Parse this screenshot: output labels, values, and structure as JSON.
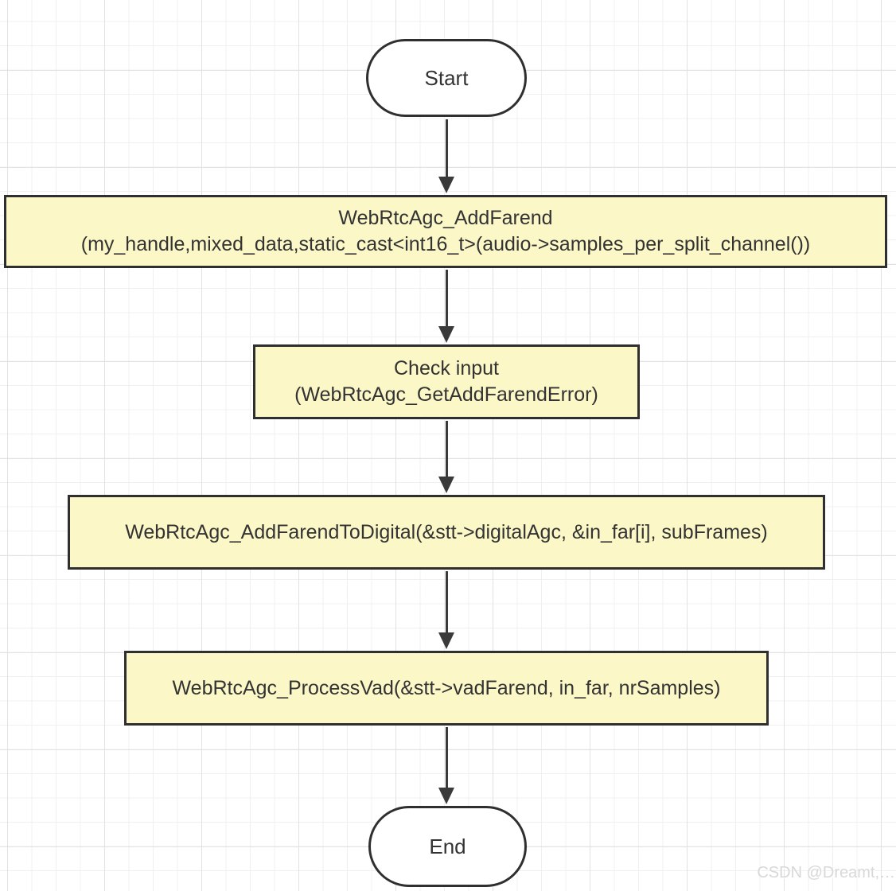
{
  "style": {
    "process_fill": "#fbf7c7",
    "node_border_color": "#2f2f2f",
    "node_text_color": "#333333",
    "arrow_color": "#3a3a3a",
    "grid_minor_color": "#f0f0f0",
    "grid_major_color": "#e2e2e2",
    "watermark_color": "#d8d8d8"
  },
  "flowchart": {
    "nodes": [
      {
        "id": "start",
        "type": "terminal",
        "label": "Start"
      },
      {
        "id": "add-farend",
        "type": "process",
        "line1": "WebRtcAgc_AddFarend",
        "line2": "(my_handle,mixed_data,static_cast<int16_t>(audio->samples_per_split_channel())"
      },
      {
        "id": "check-input",
        "type": "process",
        "line1": "Check input",
        "line2": "(WebRtcAgc_GetAddFarendError)"
      },
      {
        "id": "add-farend-to-digital",
        "type": "process",
        "line1": "WebRtcAgc_AddFarendToDigital(&stt->digitalAgc, &in_far[i], subFrames)"
      },
      {
        "id": "process-vad",
        "type": "process",
        "line1": "WebRtcAgc_ProcessVad(&stt->vadFarend, in_far, nrSamples)"
      },
      {
        "id": "end",
        "type": "terminal",
        "label": "End"
      }
    ],
    "edges": [
      {
        "from": "start",
        "to": "add-farend"
      },
      {
        "from": "add-farend",
        "to": "check-input"
      },
      {
        "from": "check-input",
        "to": "add-farend-to-digital"
      },
      {
        "from": "add-farend-to-digital",
        "to": "process-vad"
      },
      {
        "from": "process-vad",
        "to": "end"
      }
    ]
  },
  "watermark": {
    "text": "CSDN @Dreamt,…"
  }
}
